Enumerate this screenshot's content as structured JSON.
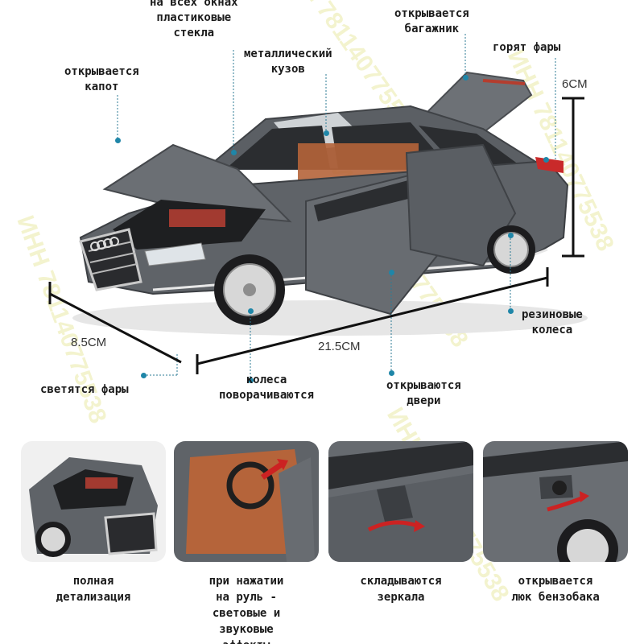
{
  "watermark": {
    "text": "ИНН 781140775538",
    "color": "#d8d832"
  },
  "colors": {
    "body": "#5f6368",
    "interior": "#b5643a",
    "accent_dot": "#1f86a8",
    "arrow": "#cc2222"
  },
  "labels": {
    "glass": "на всех окнах\nпластиковые\nстекла",
    "metal_body": "металлический\nкузов",
    "trunk": "открывается\nбагажник",
    "headlights_on": "горят фары",
    "hood": "открывается\nкапот",
    "rubber_wheels": "резиновые\nколеса",
    "lights_glow": "светятся фары",
    "wheels_turn": "колеса\nповорачиваются",
    "doors_open": "открываются\nдвери"
  },
  "dimensions": {
    "height": "6CM",
    "width": "8.5CM",
    "length": "21.5CM"
  },
  "features": [
    {
      "caption": "полная\nдетализация",
      "icon": "engine-bay-photo"
    },
    {
      "caption": "при нажатии\nна руль -\nсветовые и\nзвуковые\nэффекты",
      "icon": "steering-wheel-photo"
    },
    {
      "caption": "складываются\nзеркала",
      "icon": "side-mirror-photo"
    },
    {
      "caption": "открывается\nлюк бензобака",
      "icon": "fuel-door-photo"
    }
  ]
}
